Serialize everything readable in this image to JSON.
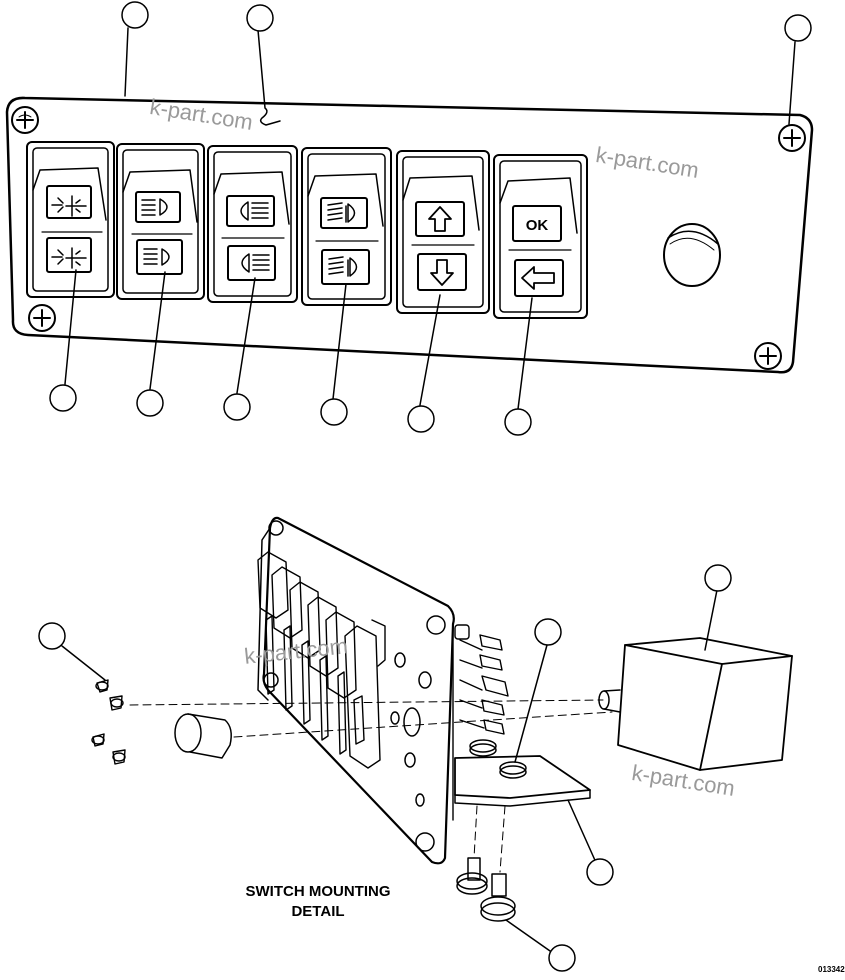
{
  "caption": {
    "line1": "SWITCH MOUNTING",
    "line2": "DETAIL"
  },
  "figure_id": "013342",
  "watermark": "k-part.com",
  "switch_panel": {
    "switches": [
      {
        "top_icon": "work-light-icon",
        "bottom_icon": "work-light-icon"
      },
      {
        "top_icon": "high-beam-icon",
        "bottom_icon": "high-beam-icon"
      },
      {
        "top_icon": "headlight-icon",
        "bottom_icon": "headlight-icon"
      },
      {
        "top_icon": "fog-light-icon",
        "bottom_icon": "fog-light-icon"
      },
      {
        "top_icon": "arrow-up-icon",
        "bottom_icon": "arrow-down-icon"
      },
      {
        "top_icon": "ok-label",
        "bottom_icon": "arrow-left-icon",
        "ok_text": "OK"
      }
    ]
  },
  "colors": {
    "line": "#000000",
    "background": "#ffffff",
    "watermark": "#9a9a9a"
  }
}
